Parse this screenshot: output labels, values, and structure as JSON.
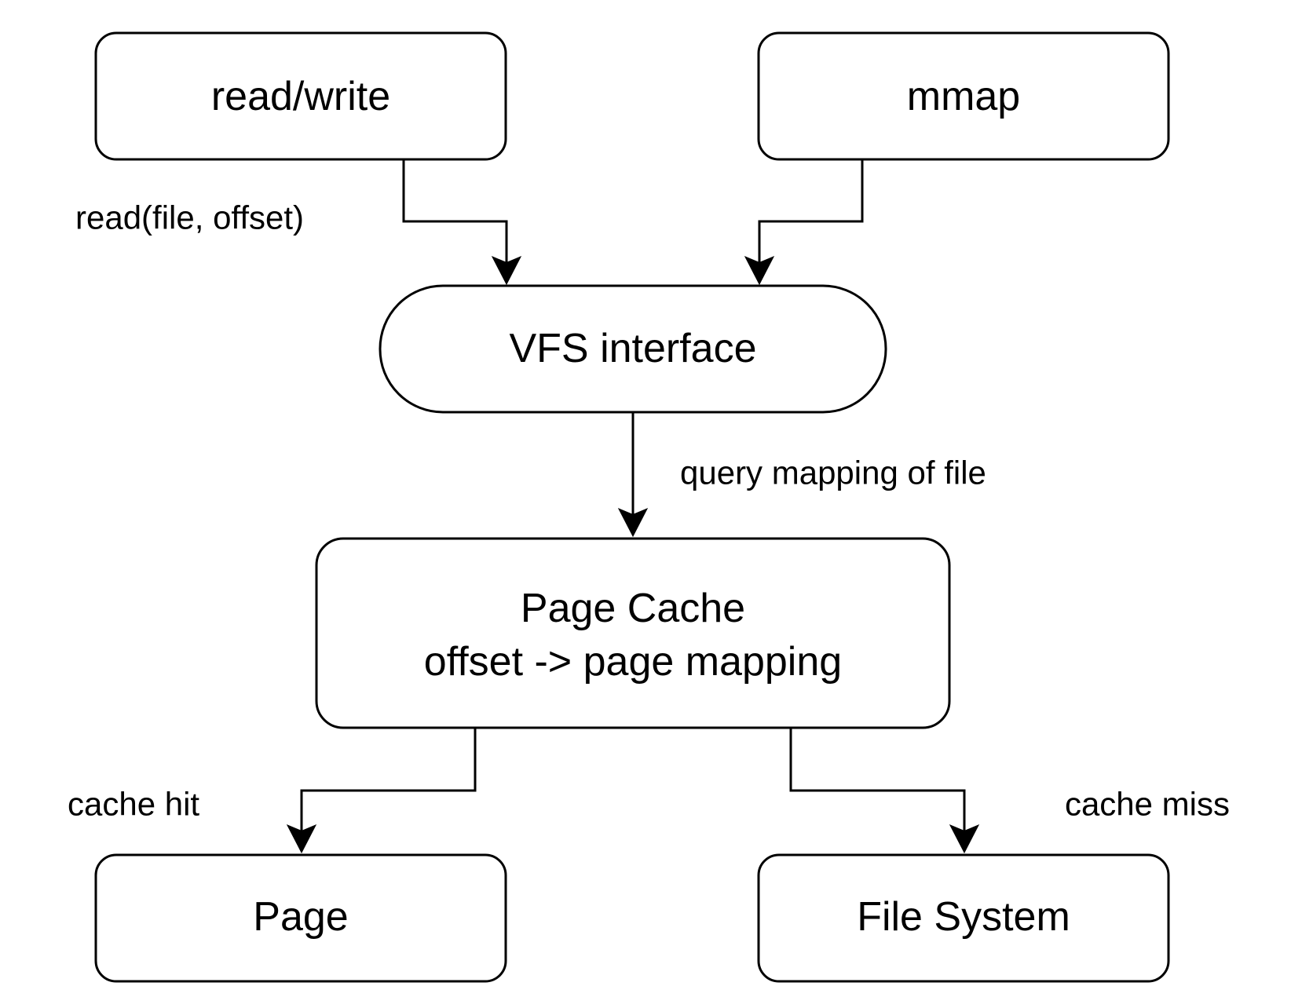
{
  "nodes": {
    "read_write": "read/write",
    "mmap": "mmap",
    "vfs": "VFS interface",
    "page_cache": {
      "line1": "Page Cache",
      "line2": "offset -> page mapping"
    },
    "page": "Page",
    "file_system": "File System"
  },
  "edges": {
    "read_write_to_vfs": "read(file, offset)",
    "vfs_to_page_cache": "query mapping of file",
    "page_cache_to_page": "cache hit",
    "page_cache_to_file_system": "cache miss"
  },
  "colors": {
    "stroke": "#000000",
    "fill": "#ffffff",
    "text": "#000000"
  }
}
